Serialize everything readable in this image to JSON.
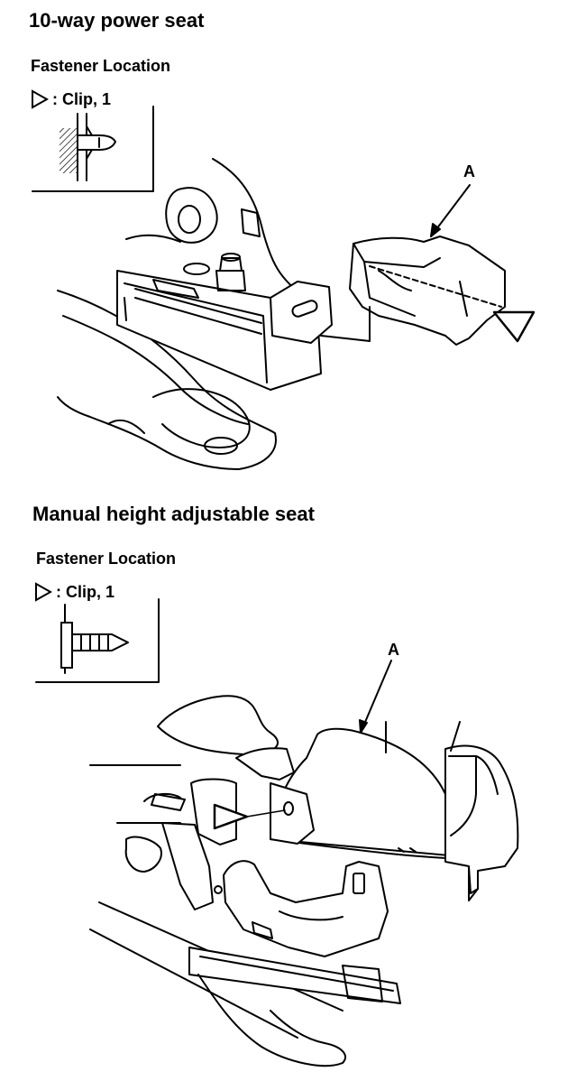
{
  "section1": {
    "title": "10-way power seat",
    "subtitle": "Fastener Location",
    "legend": ": Clip, 1",
    "callout": "A"
  },
  "section2": {
    "title": "Manual height adjustable seat",
    "subtitle": "Fastener Location",
    "legend": ": Clip, 1",
    "callout": "A"
  },
  "icons": {
    "legend_symbol": "triangle-outline-icon",
    "clip_symbol": "clip-icon"
  }
}
